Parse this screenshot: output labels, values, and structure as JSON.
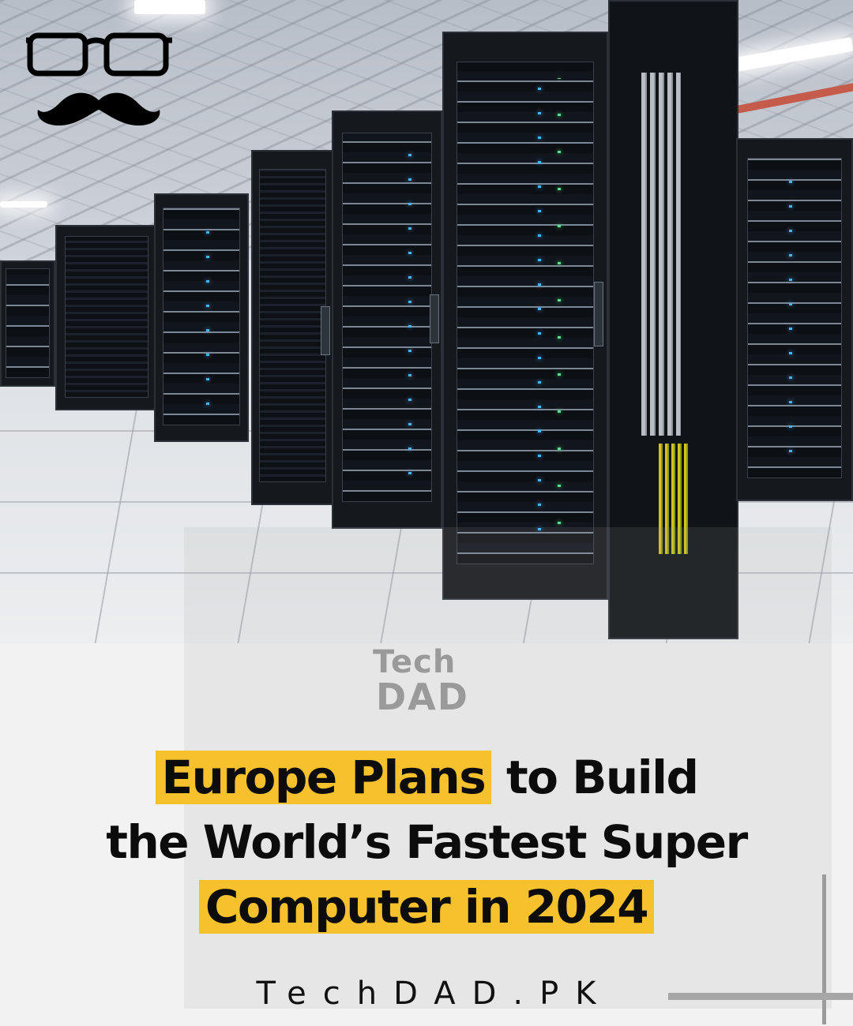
{
  "brand": {
    "watermark_top": "Tech",
    "watermark_bottom": "DAD",
    "site": "TechDAD.PK",
    "logo_icon": "glasses-mustache-icon"
  },
  "headline": {
    "line1_highlight": "Europe Plans",
    "line1_rest": " to Build",
    "line2": "the World’s Fastest Super",
    "line3_highlight": "Computer in 2024"
  },
  "colors": {
    "highlight": "#f6c12c",
    "text": "#0c0c0c"
  },
  "photo": {
    "subject": "data-center-server-racks"
  }
}
